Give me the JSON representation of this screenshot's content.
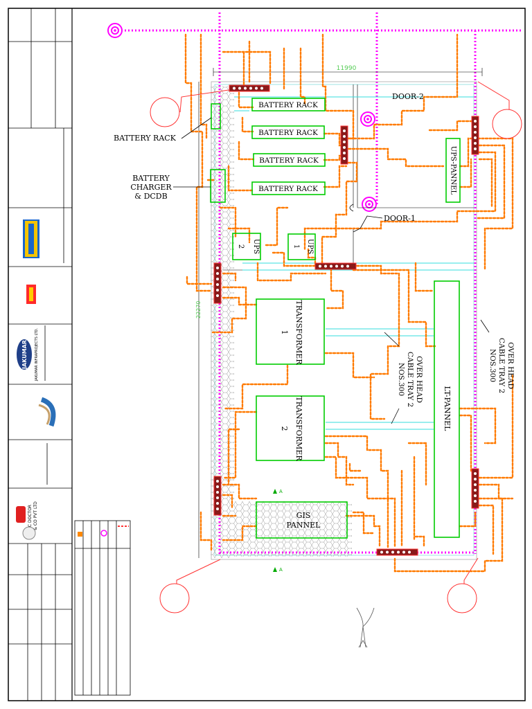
{
  "labels": {
    "battery_rack_1": "BATTERY RACK",
    "battery_rack_2": "BATTERY RACK",
    "battery_rack_3": "BATTERY RACK",
    "battery_rack_4": "BATTERY RACK",
    "battery_rack_callout": "BATTERY RACK",
    "charger_line1": "BATTERY",
    "charger_line2": "CHARGER",
    "charger_line3": "& DCDB",
    "door_2": "DOOR-2",
    "door_1": "DOOR-1",
    "ups_panel": "UPS-PANNEL",
    "ups2_a": "UPS",
    "ups2_b": "2",
    "ups1_a": "UPS",
    "ups1_b": "1",
    "transformer1_a": "TRANSFORMER",
    "transformer1_b": "1",
    "transformer2_a": "TRANSFORMER",
    "transformer2_b": "2",
    "lt_panel": "LT-PANNEL",
    "gis_a": "GIS",
    "gis_b": "PANNEL",
    "tray_mid_1": "OVER HEAD",
    "tray_mid_2": "CABLE TRAY 2",
    "tray_mid_3": "NOS.300",
    "tray_right_1": "OVER HEAD",
    "tray_right_2": "CABLE TRAY 2",
    "tray_right_3": "NOS.300",
    "dim_top": "11990",
    "dim_left": "22270",
    "section_a": "A",
    "section_b": "A"
  },
  "title_block": {
    "company_1": "JAKUMAR",
    "company_2": "JAKUMAR INFRAPROJECTS LTD.",
    "consultant_1": "C DOCTOR",
    "consultant_2": "& CO PVT LTD"
  },
  "colors": {
    "equipment_outline": "#00cc00",
    "cable_route": "#ff7a00",
    "earth_grid": "#ff00ff",
    "cable_tray": "#33dddd",
    "leader": "#ff3333"
  }
}
